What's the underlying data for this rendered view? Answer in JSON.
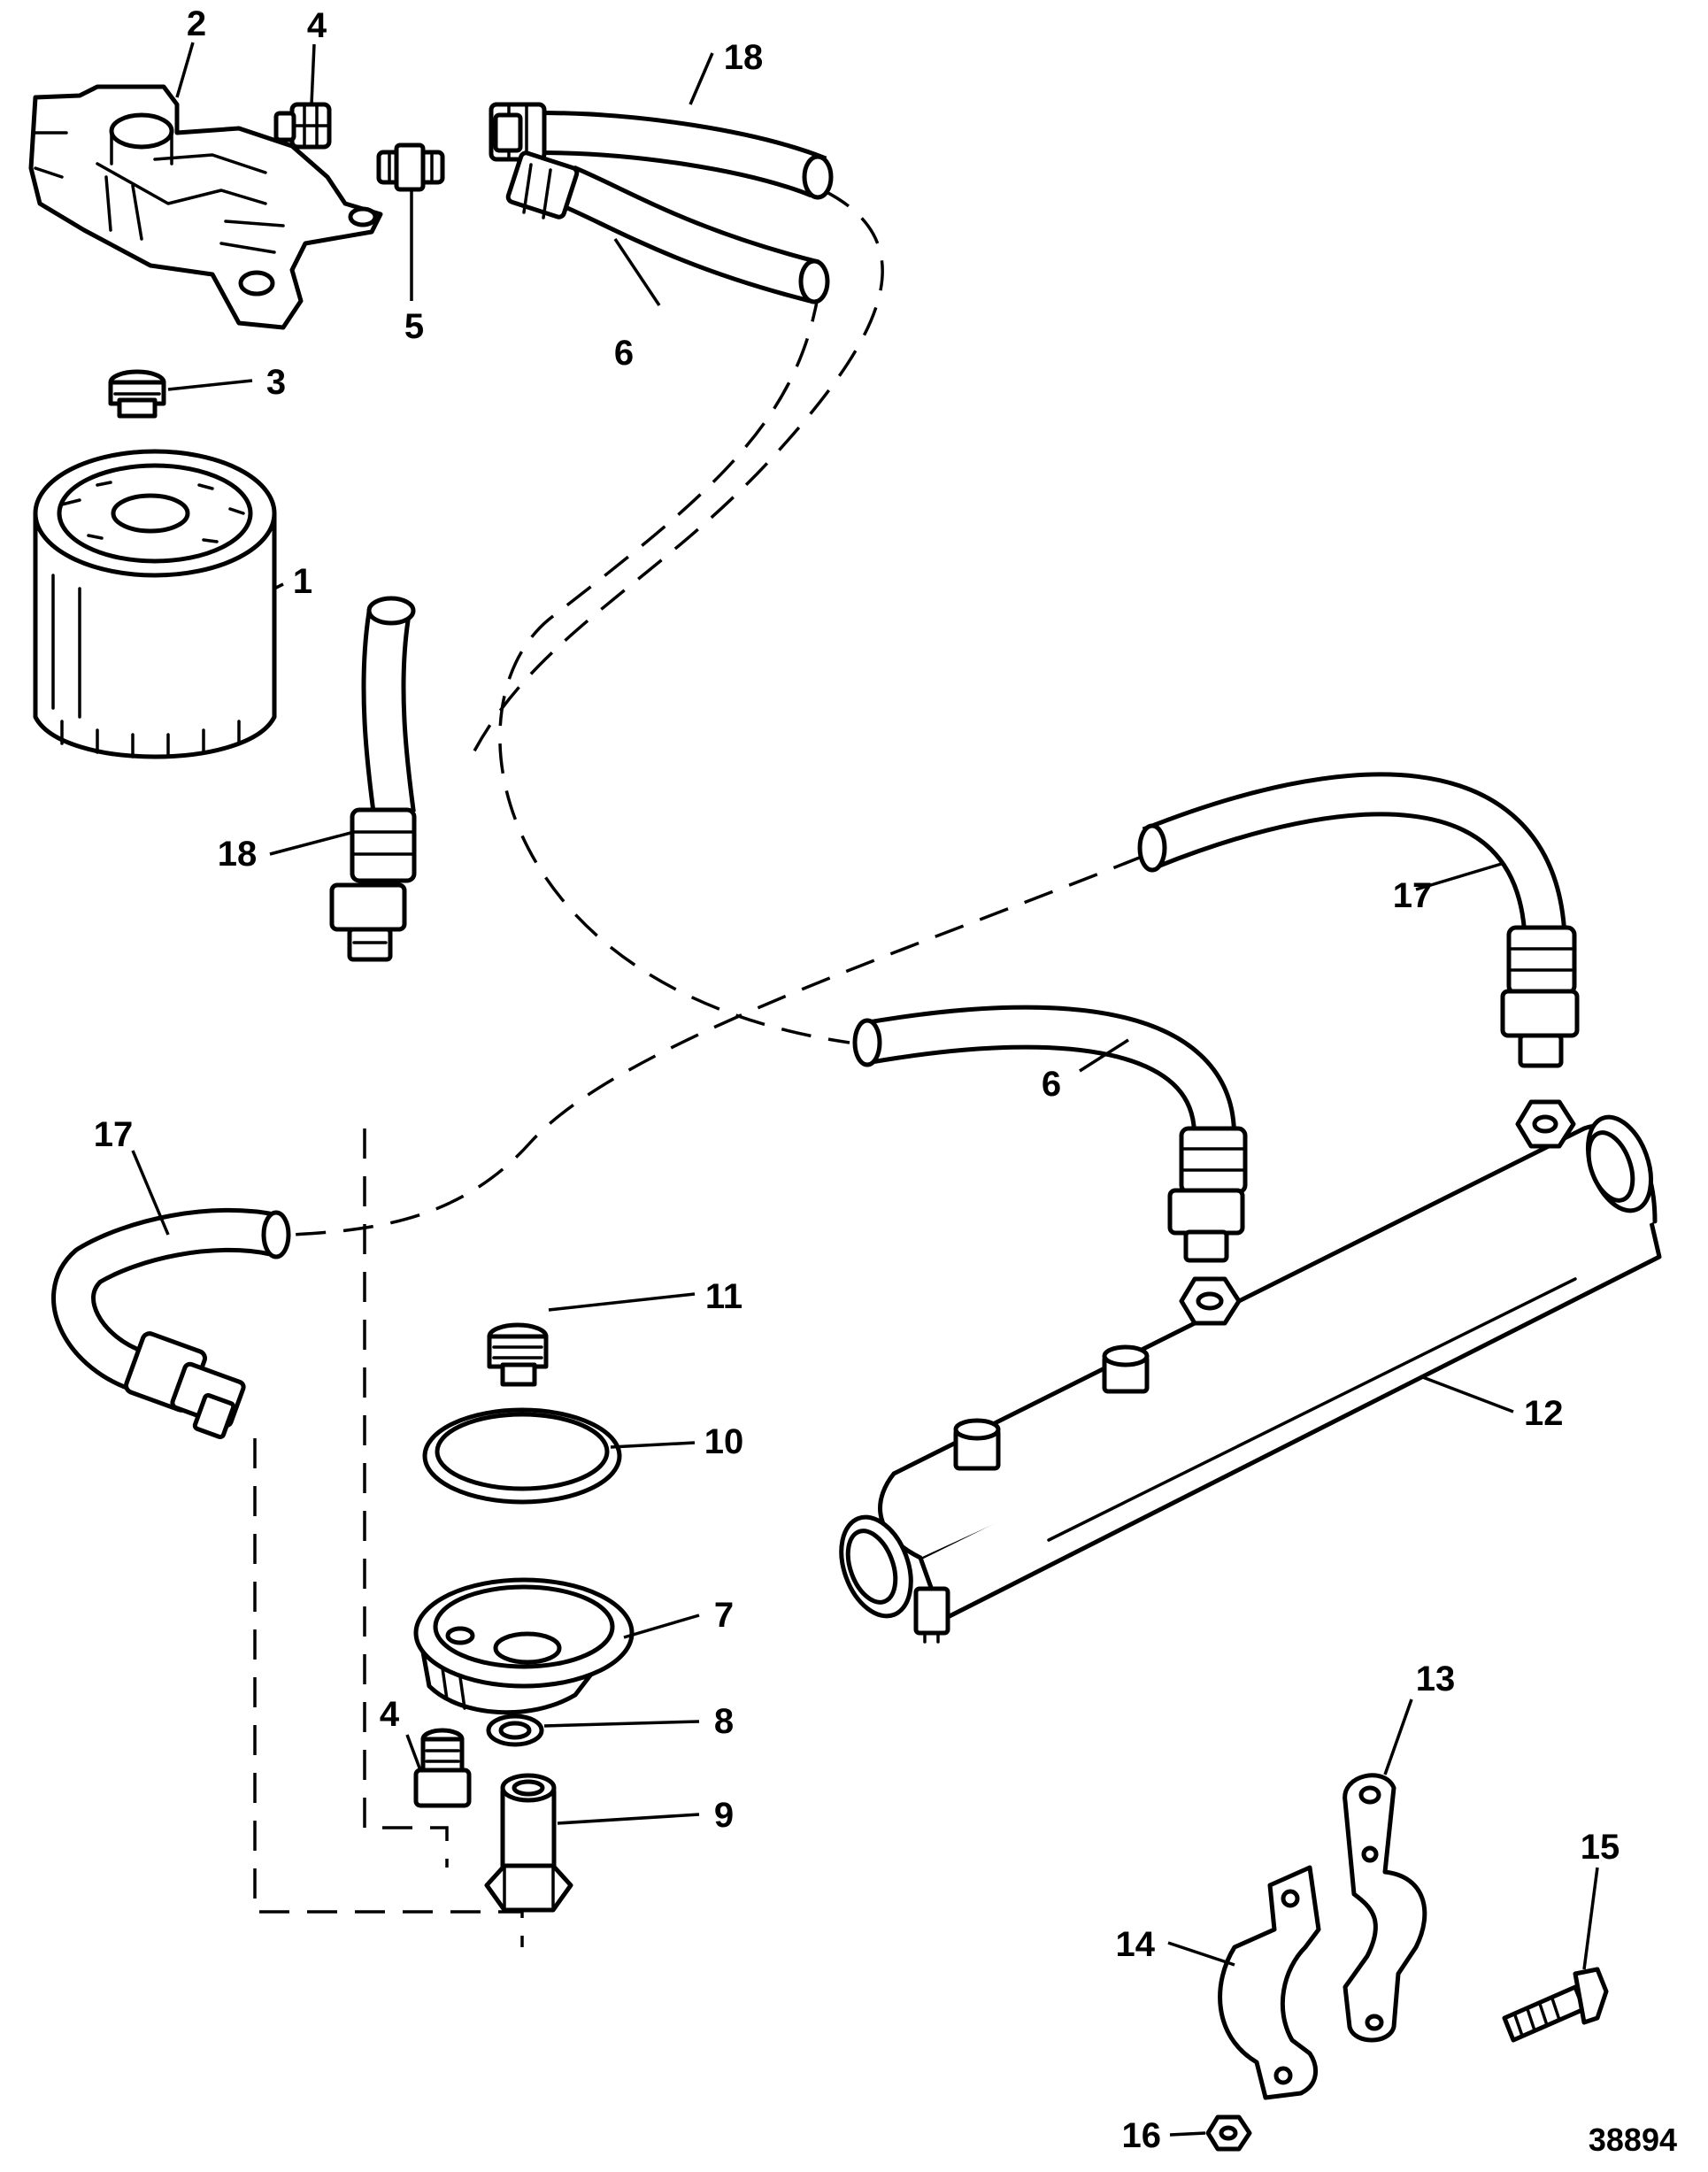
{
  "figure_number": "38894",
  "callouts": {
    "c1": "1",
    "c2": "2",
    "c3": "3",
    "c4a": "4",
    "c4b": "4",
    "c5": "5",
    "c6a": "6",
    "c6b": "6",
    "c7": "7",
    "c8": "8",
    "c9": "9",
    "c10": "10",
    "c11": "11",
    "c12": "12",
    "c13": "13",
    "c14": "14",
    "c15": "15",
    "c16": "16",
    "c17a": "17",
    "c17b": "17",
    "c18a": "18",
    "c18b": "18"
  }
}
